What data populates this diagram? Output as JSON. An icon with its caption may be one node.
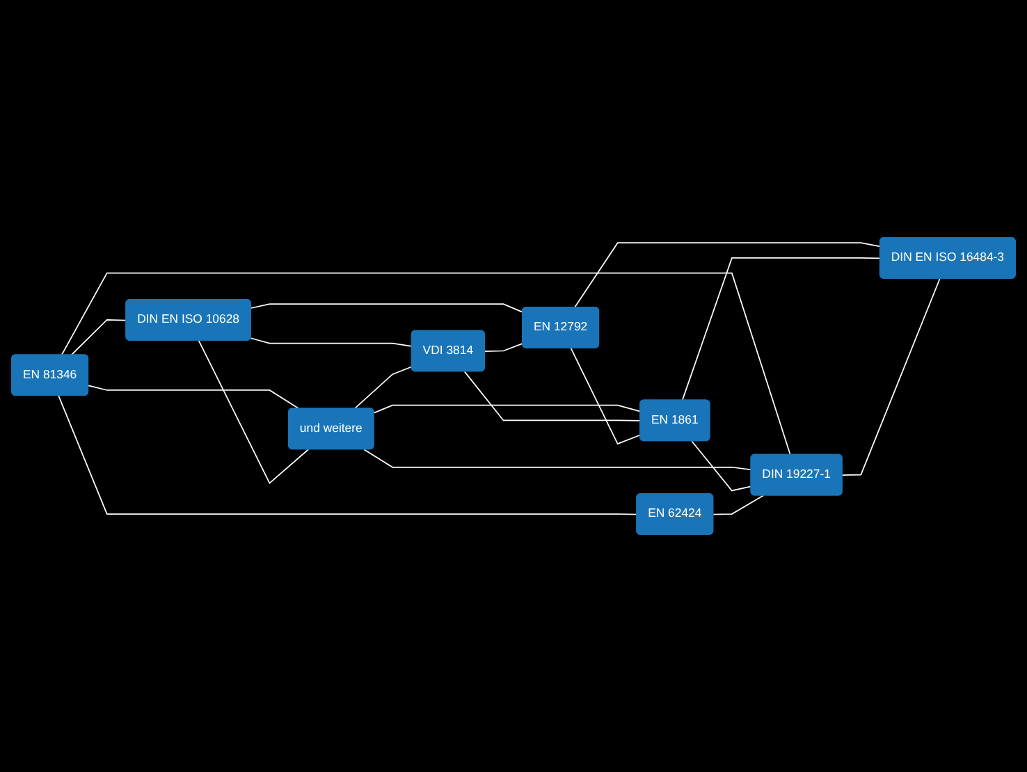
{
  "diagram": {
    "nodes": [
      {
        "text": [
          "DIN EN ISO 10628"
        ]
      },
      {
        "text": [
          "EN 81346"
        ]
      },
      {
        "text": [
          "und weitere"
        ]
      },
      {
        "text": [
          "VDI 3814"
        ]
      },
      {
        "text": [
          "EN 12792"
        ]
      },
      {
        "text": [
          "EN 62424"
        ]
      },
      {
        "text": [
          "EN 1861"
        ]
      },
      {
        "text": [
          "DIN EN ISO 16484-3"
        ]
      },
      {
        "text": [
          "DIN 19227-1"
        ]
      }
    ],
    "edges": [
      {
        "from": 1,
        "to": 0,
        "arrow": "none"
      },
      {
        "from": 1,
        "to": 2,
        "arrow": "none"
      },
      {
        "from": 1,
        "to": 5,
        "arrow": "none"
      },
      {
        "from": 1,
        "to": 8,
        "arrow": "none"
      },
      {
        "from": 0,
        "to": 2,
        "arrow": "none"
      },
      {
        "from": 0,
        "to": 3,
        "arrow": "none"
      },
      {
        "from": 0,
        "to": 4,
        "arrow": "none"
      },
      {
        "from": 2,
        "to": 3,
        "arrow": "none"
      },
      {
        "from": 3,
        "to": 4,
        "arrow": "none"
      },
      {
        "from": 2,
        "to": 6,
        "arrow": "none"
      },
      {
        "from": 2,
        "to": 8,
        "arrow": "none"
      },
      {
        "from": 3,
        "to": 6,
        "arrow": "none"
      },
      {
        "from": 4,
        "to": 6,
        "arrow": "none"
      },
      {
        "from": 4,
        "to": 7,
        "arrow": "none"
      },
      {
        "from": 6,
        "to": 7,
        "arrow": "none"
      },
      {
        "from": 6,
        "to": 8,
        "arrow": "none"
      },
      {
        "from": 5,
        "to": 8,
        "arrow": "none"
      },
      {
        "from": 8,
        "to": 7,
        "arrow": "none"
      }
    ]
  }
}
